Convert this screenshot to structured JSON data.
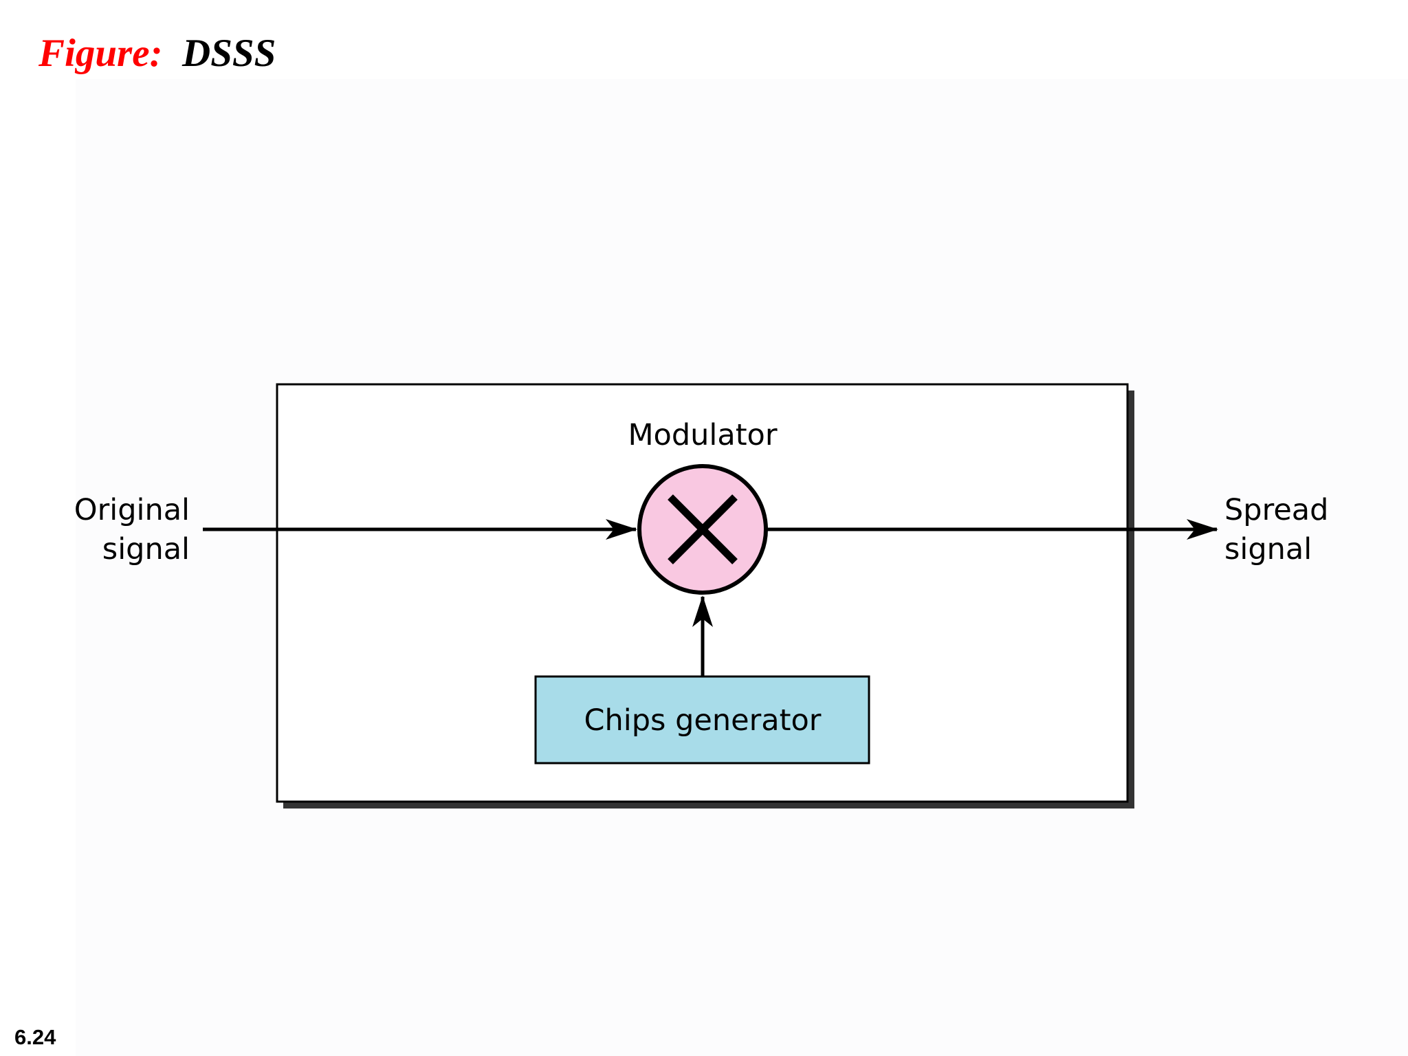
{
  "title": {
    "prefix": "Figure:",
    "name": "DSSS"
  },
  "diagram": {
    "input_label": [
      "Original",
      "signal"
    ],
    "output_label": [
      "Spread",
      "signal"
    ],
    "modulator_label": "Modulator",
    "modulator_symbol": "multiply-icon",
    "chips_generator_label": "Chips generator",
    "colors": {
      "modulator_fill": "#f9c8e1",
      "chips_generator_fill": "#a8dce9",
      "frame_shadow": "#333333",
      "title_prefix": "#ff0000"
    }
  },
  "footer": {
    "slide_number": "6.24"
  }
}
